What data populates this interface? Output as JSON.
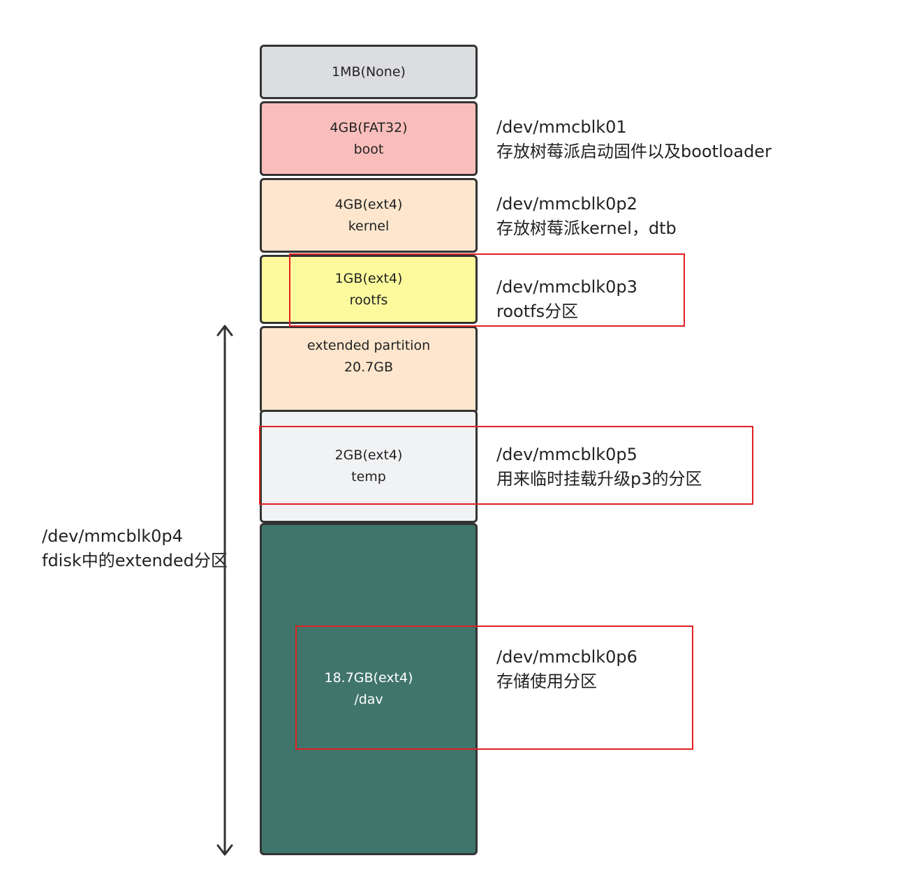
{
  "partitions": [
    {
      "line1": "1MB(None)",
      "line2": "",
      "fill": "#dcdde1",
      "text_color": "#222222"
    },
    {
      "line1": "4GB(FAT32)",
      "line2": "boot",
      "fill": "#f9bebb",
      "text_color": "#222222"
    },
    {
      "line1": "4GB(ext4)",
      "line2": "kernel",
      "fill": "#fde6cd",
      "text_color": "#222222"
    },
    {
      "line1": "1GB(ext4)",
      "line2": "rootfs",
      "fill": "#fdfa9d",
      "text_color": "#222222"
    },
    {
      "line1": "extended partition",
      "line2": "20.7GB",
      "fill": "#fde6cd",
      "text_color": "#222222"
    },
    {
      "line1": "2GB(ext4)",
      "line2": "temp",
      "fill": "#f1f2f4",
      "text_color": "#222222"
    },
    {
      "line1": "18.7GB(ext4)",
      "line2": "/dav",
      "fill": "#40756b",
      "text_color": "#ffffff"
    }
  ],
  "annotations": {
    "p1": {
      "device": "/dev/mmcblk01",
      "desc": "存放树莓派启动固件以及bootloader"
    },
    "p2": {
      "device": "/dev/mmcblk0p2",
      "desc": "存放树莓派kernel，dtb"
    },
    "p3": {
      "device": "/dev/mmcblk0p3",
      "desc": "rootfs分区"
    },
    "p4": {
      "device": "/dev/mmcblk0p4",
      "desc": "fdisk中的extended分区"
    },
    "p5": {
      "device": "/dev/mmcblk0p5",
      "desc": "用来临时挂载升级p3的分区"
    },
    "p6": {
      "device": "/dev/mmcblk0p6",
      "desc": "存储使用分区"
    }
  },
  "colors": {
    "border": "#333333",
    "highlight": "#e02020",
    "arrow": "#333333"
  }
}
